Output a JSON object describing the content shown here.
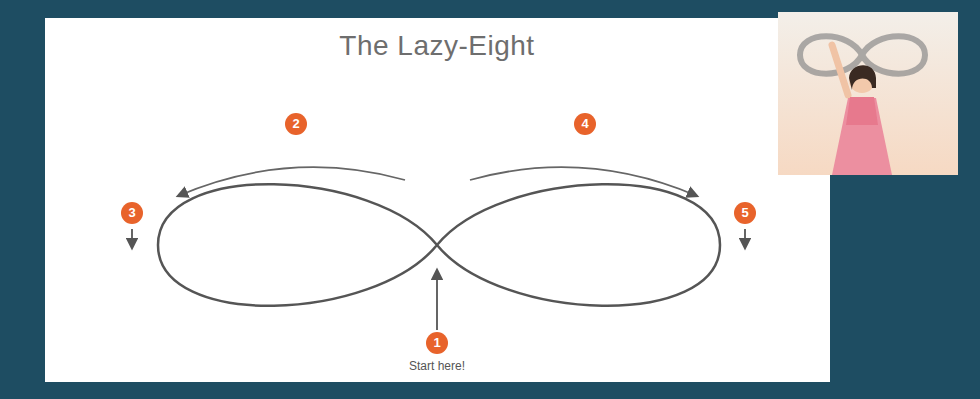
{
  "diagram": {
    "title": "The Lazy-Eight",
    "labels": [
      "2",
      "4",
      "3",
      "5",
      "1",
      "Start here!"
    ]
  }
}
